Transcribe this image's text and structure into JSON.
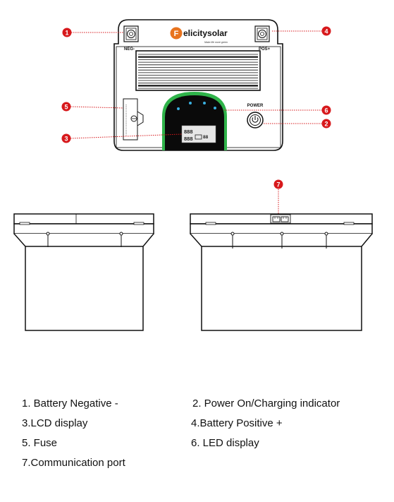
{
  "front_panel": {
    "brand_name": "elicitysolar",
    "brand_tagline": "Make life more green",
    "neg_label": "NEG-",
    "pos_label": "POS+",
    "power_label": "POWER",
    "lcd_left_top": "888",
    "lcd_left_bottom": "888",
    "lcd_right": "88"
  },
  "callouts": [
    {
      "num": "1",
      "target": "battery-negative-terminal"
    },
    {
      "num": "2",
      "target": "power-button"
    },
    {
      "num": "3",
      "target": "lcd-display"
    },
    {
      "num": "4",
      "target": "battery-positive-terminal"
    },
    {
      "num": "5",
      "target": "fuse"
    },
    {
      "num": "6",
      "target": "led-display"
    },
    {
      "num": "7",
      "target": "communication-port"
    }
  ],
  "legend": {
    "item1": "1. Battery  Negative  -",
    "item2": "2. Power On/Charging indicator",
    "item3": "3.LCD display",
    "item4": "4.Battery Positive +",
    "item5": "5. Fuse",
    "item6": "6. LED display",
    "item7": "7.Communication port"
  },
  "colors": {
    "callout_red": "#d7191c",
    "lcd_green": "#2fb34a",
    "led_blue": "#3ab0e0",
    "outline": "#111111"
  }
}
